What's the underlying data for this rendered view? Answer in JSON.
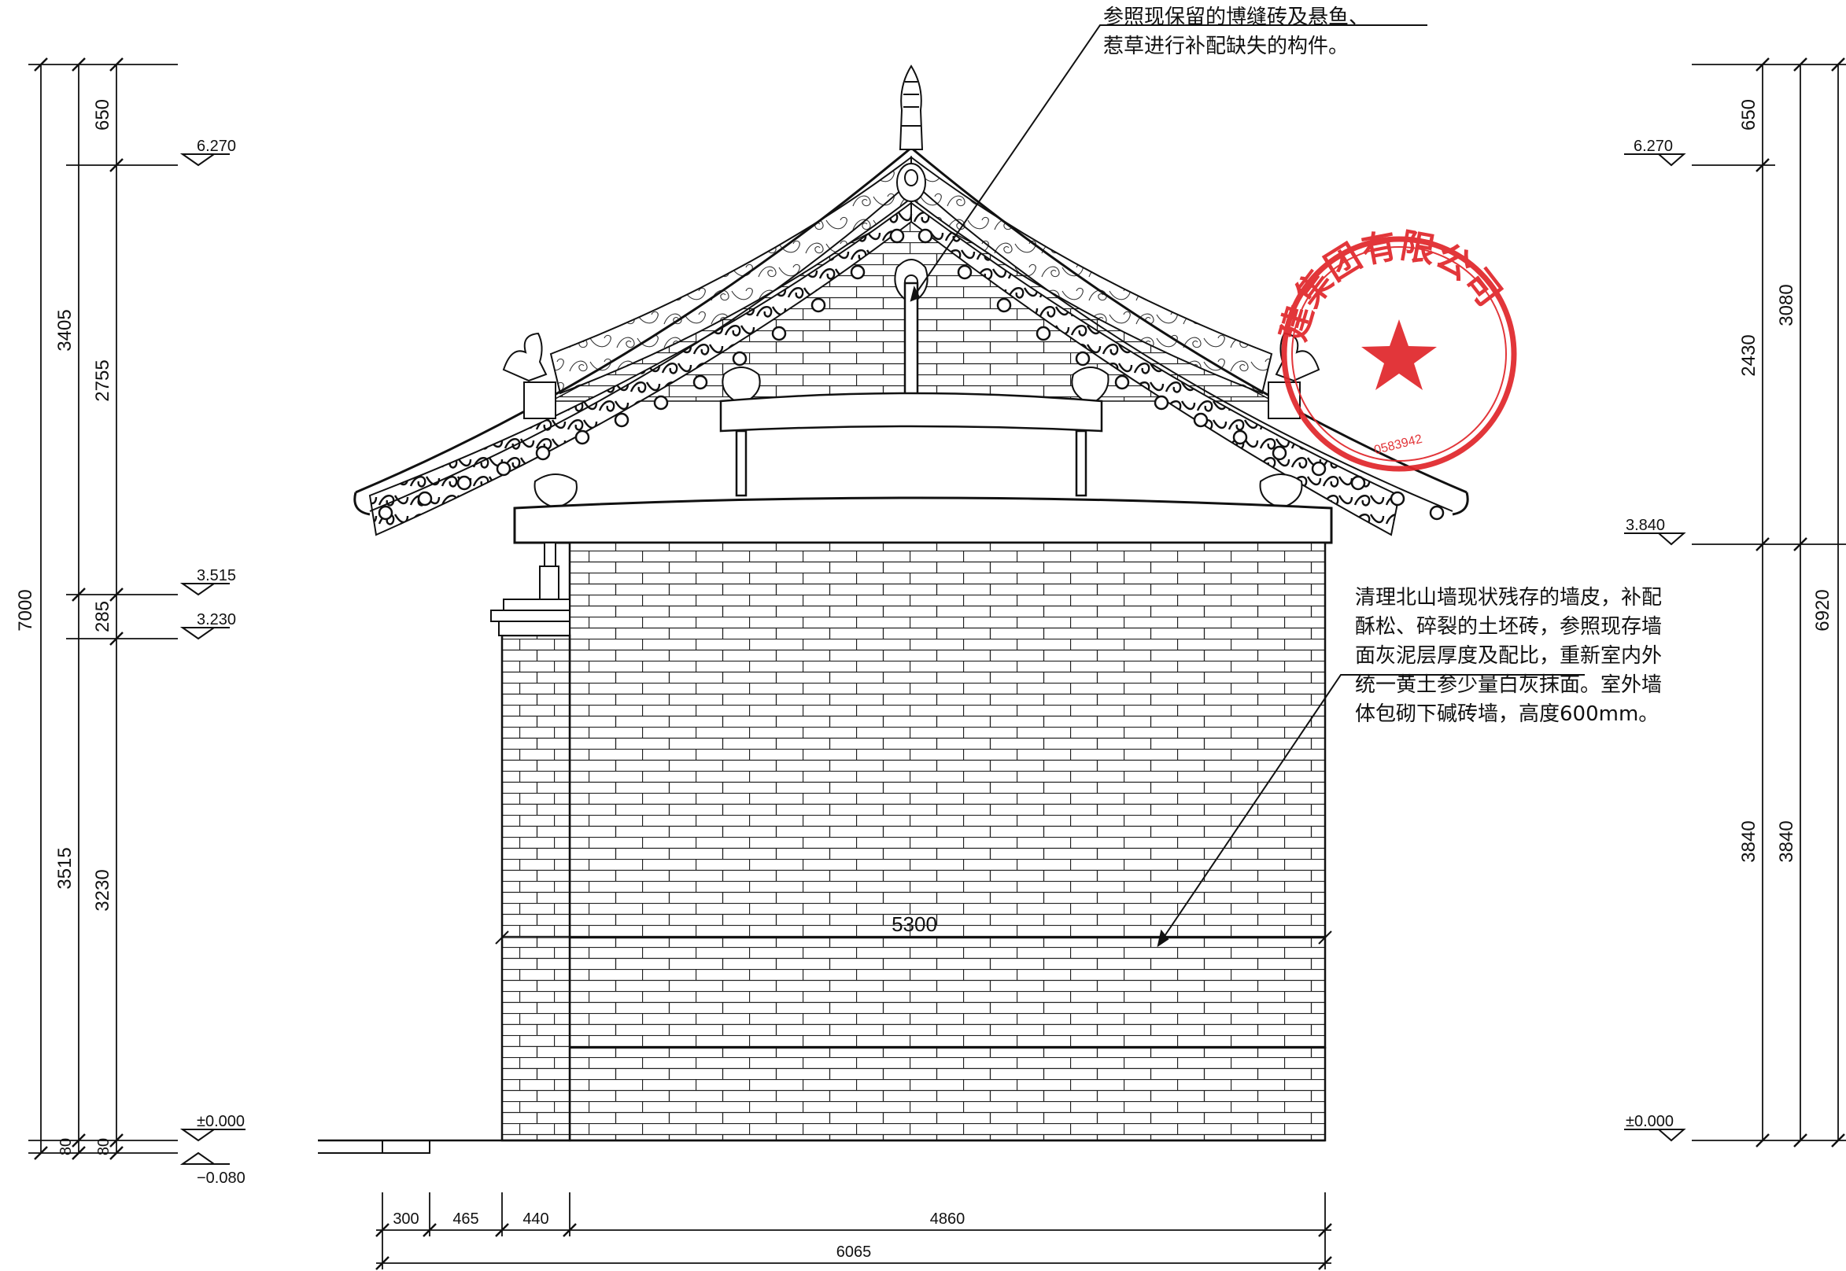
{
  "annotations": {
    "top_note_line1": "参照现保留的博缝砖及悬鱼、",
    "top_note_line2": "惹草进行补配缺失的构件。",
    "right_note_lines": [
      "清理北山墙现状残存的墙皮，补配",
      "酥松、碎裂的土坯砖，参照现存墙",
      "面灰泥层厚度及配比，重新室内外",
      "统一黄土参少量白灰抹面。室外墙",
      "体包砌下碱砖墙，高度600mm。"
    ]
  },
  "left_dims": {
    "outer": [
      "7000"
    ],
    "middle": [
      "3405",
      "3515",
      "80"
    ],
    "inner": [
      "650",
      "2755",
      "285",
      "3230",
      "80"
    ]
  },
  "right_dims": {
    "outer": [
      "6920"
    ],
    "middle": [
      "3080",
      "3840"
    ],
    "inner": [
      "650",
      "2430",
      "3840"
    ]
  },
  "levels_left": [
    "6.270",
    "3.515",
    "3.230",
    "±0.000",
    "−0.080"
  ],
  "levels_right": [
    "6.270",
    "3.840",
    "±0.000"
  ],
  "bottom_dims": {
    "segments": [
      "300",
      "465",
      "440",
      "4860"
    ],
    "total": "6065"
  },
  "wall_width": "5300",
  "stamp": {
    "text": "建集团有限公司",
    "number": "0583942",
    "color": "#e0262a"
  },
  "colors": {
    "line": "#111111",
    "stamp": "#e0262a"
  }
}
